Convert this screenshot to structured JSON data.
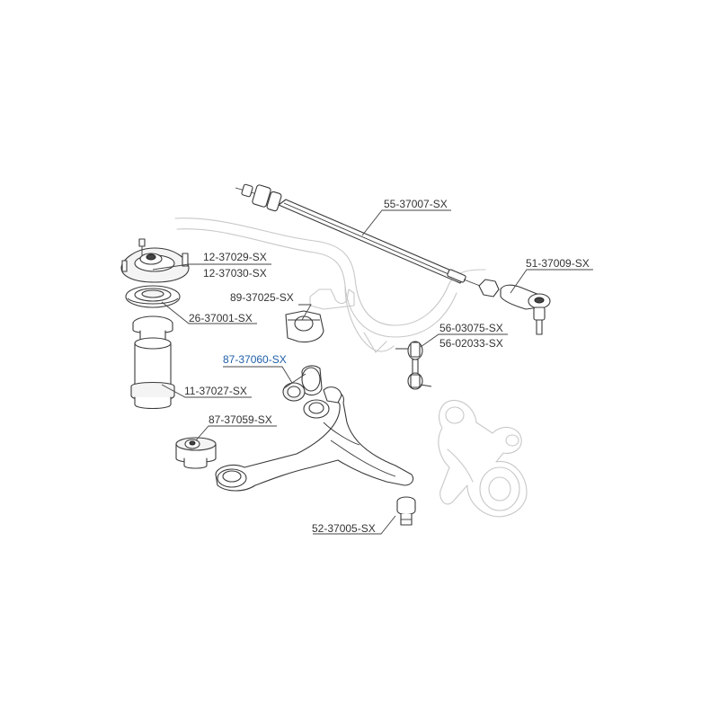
{
  "labels": {
    "p55_37007": "55-37007-SX",
    "p51_37009": "51-37009-SX",
    "p12_37029": "12-37029-SX",
    "p12_37030": "12-37030-SX",
    "p89_37025": "89-37025-SX",
    "p26_37001": "26-37001-SX",
    "p56_03075": "56-03075-SX",
    "p56_02033": "56-02033-SX",
    "p87_37060": "87-37060-SX",
    "p11_37027": "11-37027-SX",
    "p87_37059": "87-37059-SX",
    "p52_37005": "52-37005-SX"
  },
  "colors": {
    "highlight": "#1f5fa8",
    "label_text": "#333333",
    "line": "#3a3a3a",
    "ghost_line": "#c8c8c8"
  }
}
